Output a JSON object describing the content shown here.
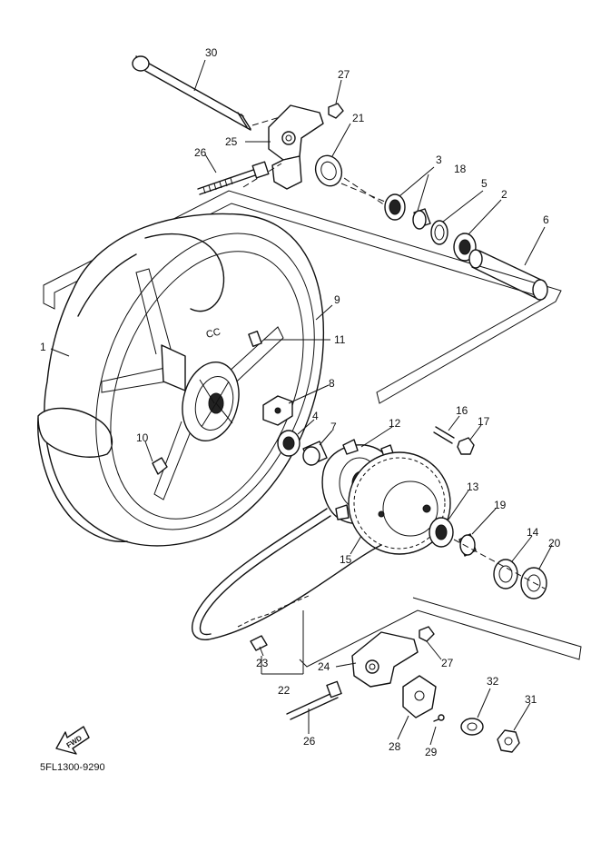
{
  "diagram": {
    "code": "5FL1300-9290",
    "fwd_label": "FWD",
    "callouts": [
      {
        "id": "c30",
        "text": "30"
      },
      {
        "id": "c27a",
        "text": "27"
      },
      {
        "id": "c25",
        "text": "25"
      },
      {
        "id": "c21",
        "text": "21"
      },
      {
        "id": "c26a",
        "text": "26"
      },
      {
        "id": "c3",
        "text": "3"
      },
      {
        "id": "c18",
        "text": "18"
      },
      {
        "id": "c5",
        "text": "5"
      },
      {
        "id": "c2",
        "text": "2"
      },
      {
        "id": "c6",
        "text": "6"
      },
      {
        "id": "c9",
        "text": "9"
      },
      {
        "id": "c1",
        "text": "1"
      },
      {
        "id": "c11",
        "text": "11"
      },
      {
        "id": "c8",
        "text": "8"
      },
      {
        "id": "c4",
        "text": "4"
      },
      {
        "id": "c7",
        "text": "7"
      },
      {
        "id": "c12",
        "text": "12"
      },
      {
        "id": "c16",
        "text": "16"
      },
      {
        "id": "c17",
        "text": "17"
      },
      {
        "id": "c10",
        "text": "10"
      },
      {
        "id": "c13",
        "text": "13"
      },
      {
        "id": "c19",
        "text": "19"
      },
      {
        "id": "c14",
        "text": "14"
      },
      {
        "id": "c20",
        "text": "20"
      },
      {
        "id": "c15",
        "text": "15"
      },
      {
        "id": "c23",
        "text": "23"
      },
      {
        "id": "c22",
        "text": "22"
      },
      {
        "id": "c24",
        "text": "24"
      },
      {
        "id": "c27b",
        "text": "27"
      },
      {
        "id": "c32",
        "text": "32"
      },
      {
        "id": "c31",
        "text": "31"
      },
      {
        "id": "c26b",
        "text": "26"
      },
      {
        "id": "c28",
        "text": "28"
      },
      {
        "id": "c29",
        "text": "29"
      }
    ],
    "hub_marking": "CC"
  }
}
